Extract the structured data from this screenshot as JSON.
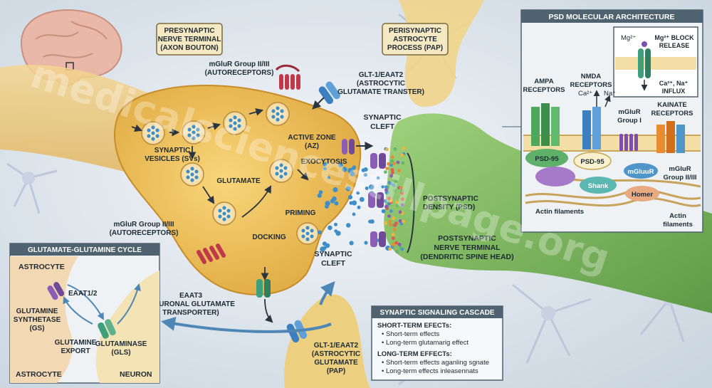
{
  "main": {
    "presynaptic": [
      "PRESYNAPTIC",
      "NERVE TERMINAL",
      "(AXON BOUTON)"
    ],
    "perisynaptic": [
      "PERISYNAPTIC",
      "ASTROCYTE",
      "PROCESS (PAP)"
    ],
    "mglur_auto_top": [
      "mGluR Group II/III",
      "(AUTORECEPTORS)"
    ],
    "glt1_top": [
      "GLT-1/EAAT2",
      "(ASTROCYTIC",
      "GLUTAMATE TRANSTER)"
    ],
    "synaptic_cleft_top": [
      "SYNAPTIC",
      "CLEFT"
    ],
    "vesicles": [
      "SYNAPTIC",
      "VESICLES (SVs)"
    ],
    "glutamate": "GLUTAMATE",
    "active_zone": [
      "ACTIVE ZONE",
      "(AZ)"
    ],
    "exocytosis": "EXOCYTOSIS",
    "priming": "PRIMING",
    "docking": "DOCKING",
    "mglur_auto_bottom": [
      "mGluR Group II/III",
      "(AUTORECEPTORS)"
    ],
    "eaat3": [
      "EAAT3",
      "(NEURONAL GLUTAMATE",
      "TRANSPORTER)"
    ],
    "synaptic_cleft_bottom": [
      "SYNAPTIC",
      "CLEFT"
    ],
    "glt1_bottom": [
      "GLT-1/EAAT2",
      "(ASTROCYTIC",
      "GLUTAMATE",
      "(PAP)"
    ],
    "psd": [
      "POSTSYNAPTIC",
      "DENSITY (PSD)"
    ],
    "postsynaptic": [
      "POSTSYNAPTIC",
      "NERVE TERMINAL",
      "(DENDRITIC SPINE HEAD)"
    ]
  },
  "cycle": {
    "title": "GLUTAMATE-GLUTAMINE CYCLE",
    "astrocyte_top": "ASTROCYTE",
    "eaat12": "EAAT1/2",
    "gs": [
      "GLUTAMINE",
      "SYNTHETASE",
      "(GS)"
    ],
    "export": [
      "GLUTAMINE",
      "EXPORT"
    ],
    "gls": [
      "GLUTAMINASE",
      "(GLS)"
    ],
    "astrocyte_bottom": "ASTROCYTE",
    "neuron": "NEURON"
  },
  "psd_panel": {
    "title": "PSD MOLECULAR ARCHITECTURE",
    "mg_left": "Mg²⁺",
    "mg_block": [
      "Mg²⁺ BLOCK",
      "RELEASE"
    ],
    "ion_influx": [
      "Ca²⁺, Na⁺",
      "INFLUX"
    ],
    "ampa": [
      "AMPA",
      "RECEPTORS"
    ],
    "nmda": [
      "NMDA",
      "RECEPTORS"
    ],
    "ca": "Ca²⁺",
    "na": "Na⁺",
    "kainate": [
      "KAINATE",
      "RECEPTORS"
    ],
    "mglur1": [
      "mGluR",
      "Group I"
    ],
    "psd95_a": "PSD-95",
    "psd95_b": "PSD-95",
    "shank": "Shank",
    "mgluur": "mGluuR",
    "mglur23": [
      "mGluR",
      "Group II/III"
    ],
    "homer": "Homer",
    "actin_left": "Actin filaments",
    "actin_right": [
      "Actin",
      "filaments"
    ]
  },
  "cascade": {
    "title": "SYNAPTIC SIGNALING CASCADE",
    "short_head": "SHORT-TERM EFECTs:",
    "short_items": [
      "• Short-term effects",
      "• Long-term glutamarig effect"
    ],
    "long_head": "LONG-TERM EFFECTs:",
    "long_items": [
      "• Short-term effects aganling sgnate",
      "• Long-term effects inleasennats"
    ]
  },
  "watermark": "medicalsciencestillpage.org",
  "colors": {
    "bouton": "#f0c15a",
    "dendrite": "#86bf63",
    "astrocyte": "#f1d27e",
    "panel_header": "#4e6270",
    "vesicle_dot": "#3f8fc6"
  }
}
